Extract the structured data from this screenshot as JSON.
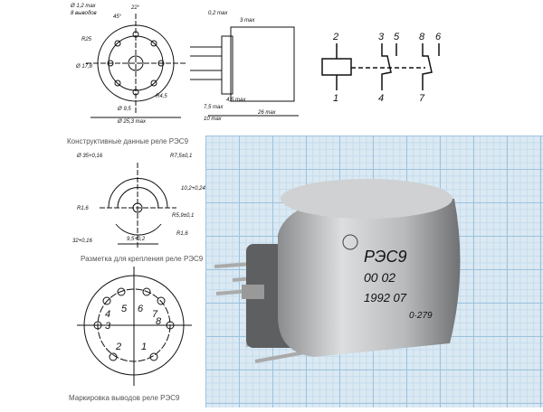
{
  "diagram": {
    "top_view_labels": [
      "Ø 17,8",
      "R25",
      "Ø 1,2 max",
      "8 выводов",
      "22°",
      "45°",
      "R4,5",
      "Ø 9,5",
      "Ø 25,3 max"
    ],
    "side_view_labels": [
      "0,2 max",
      "3 max",
      "26 max",
      "4,5 max",
      "7,5 max",
      "10 max"
    ],
    "schematic_pins": [
      "2",
      "1",
      "3",
      "4",
      "5",
      "8",
      "7",
      "6"
    ]
  },
  "captions": {
    "construction": "Конструктивные данные реле РЭС9",
    "mounting": "Разметка для крепления реле РЭС9",
    "pinout": "Маркировка выводов реле РЭС9"
  },
  "mounting": {
    "labels": [
      "Ø 35+0,16",
      "R7,5±0,1",
      "10,2+0,24",
      "R1,6",
      "R5,9±0,1",
      "32+0,16",
      "9,5+0,2",
      "R1,6"
    ]
  },
  "pinout": {
    "pins": [
      "5",
      "6",
      "7",
      "4",
      "3",
      "8",
      "2",
      "1"
    ]
  },
  "photo": {
    "marking": [
      "РЭС9",
      "00 02",
      "1992 07",
      "0·279"
    ]
  }
}
